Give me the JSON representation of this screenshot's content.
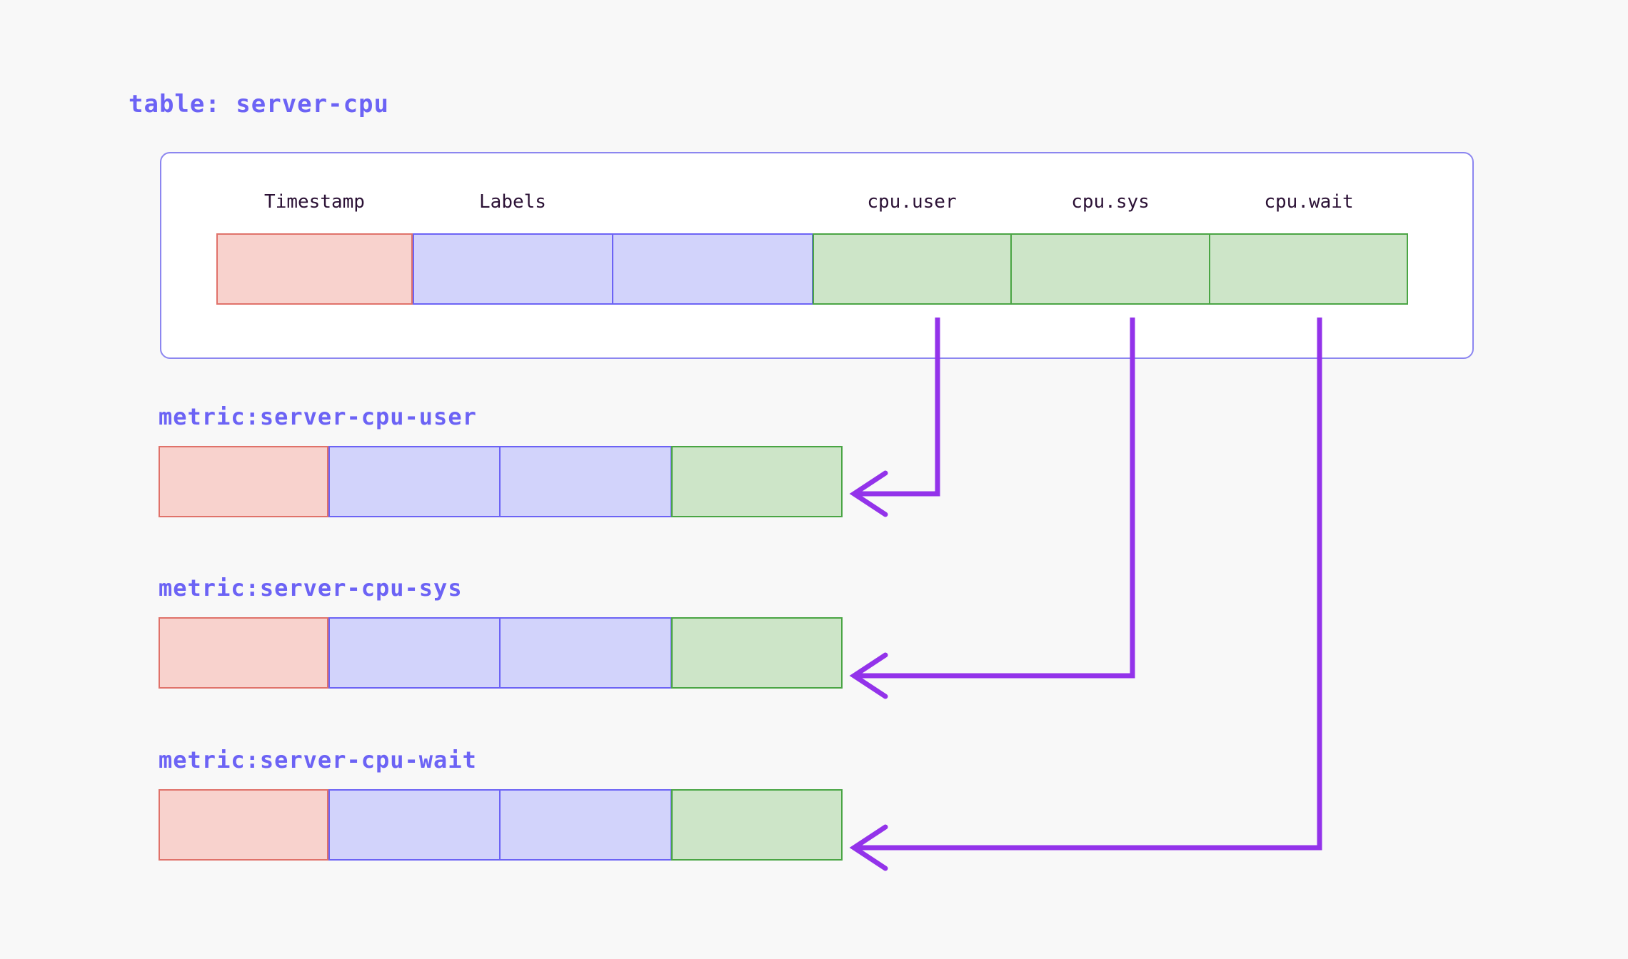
{
  "page": {
    "background": "#f8f8f8",
    "accent_indigo": "#6c63f5",
    "accent_purple": "#9333ea",
    "timestamp_fill": "#f8d2cd",
    "timestamp_border": "#e0726a",
    "labels_fill": "#d2d3fb",
    "labels_border": "#6c63f5",
    "value_fill": "#cde5c8",
    "value_border": "#4aa544"
  },
  "table": {
    "title": "table: server-cpu",
    "columns": [
      {
        "label": "Timestamp",
        "kind": "timestamp"
      },
      {
        "label": "Labels",
        "kind": "labels"
      },
      {
        "label": "",
        "kind": "labels"
      },
      {
        "label": "cpu.user",
        "kind": "value"
      },
      {
        "label": "cpu.sys",
        "kind": "value"
      },
      {
        "label": "cpu.wait",
        "kind": "value"
      }
    ]
  },
  "metrics": [
    {
      "title": "metric:server-cpu-user",
      "source_column": "cpu.user",
      "cells": [
        "timestamp",
        "labels",
        "labels",
        "value"
      ]
    },
    {
      "title": "metric:server-cpu-sys",
      "source_column": "cpu.sys",
      "cells": [
        "timestamp",
        "labels",
        "labels",
        "value"
      ]
    },
    {
      "title": "metric:server-cpu-wait",
      "source_column": "cpu.wait",
      "cells": [
        "timestamp",
        "labels",
        "labels",
        "value"
      ]
    }
  ],
  "connectors": [
    {
      "from": "cpu.user",
      "to": "metric:server-cpu-user"
    },
    {
      "from": "cpu.sys",
      "to": "metric:server-cpu-sys"
    },
    {
      "from": "cpu.wait",
      "to": "metric:server-cpu-wait"
    }
  ]
}
